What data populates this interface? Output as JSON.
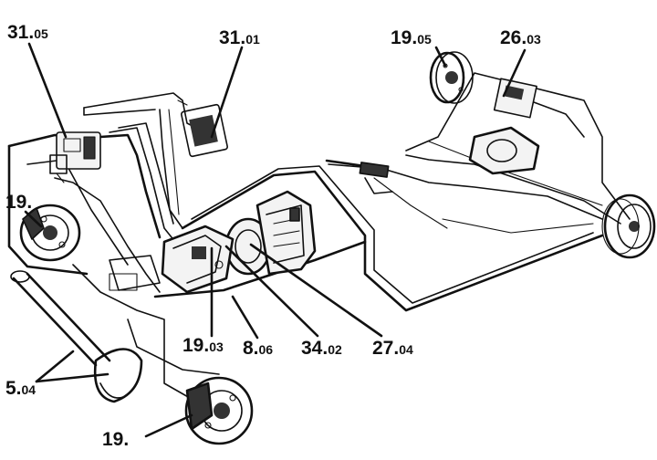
{
  "labels": [
    {
      "id": "31_05",
      "main": "31.",
      "sub": "05"
    },
    {
      "id": "31_01",
      "main": "31.",
      "sub": "01"
    },
    {
      "id": "19_05",
      "main": "19.",
      "sub": "05"
    },
    {
      "id": "26_03",
      "main": "26.",
      "sub": "03"
    },
    {
      "id": "19_left",
      "main": "19.",
      "sub": ""
    },
    {
      "id": "19_03",
      "main": "19.",
      "sub": "03"
    },
    {
      "id": "8_06",
      "main": "8.",
      "sub": "06"
    },
    {
      "id": "34_02",
      "main": "34.",
      "sub": "02"
    },
    {
      "id": "27_04",
      "main": "27.",
      "sub": "04"
    },
    {
      "id": "5_04",
      "main": "5.",
      "sub": "04"
    },
    {
      "id": "19_bottom",
      "main": "19.",
      "sub": ""
    }
  ]
}
